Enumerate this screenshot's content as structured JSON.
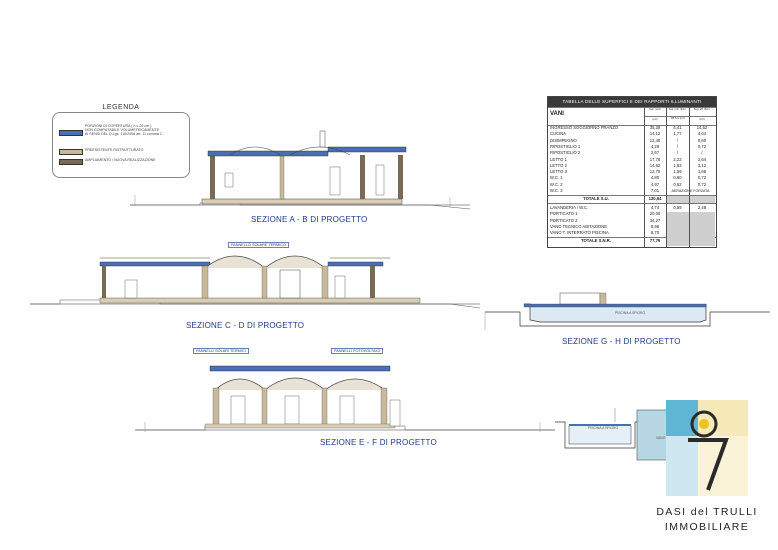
{
  "legend": {
    "title": "LEGENDA",
    "items": [
      {
        "text": "PORZIONI DI COPERTURA ( h ≤ 26 cm )\nNON COMPUTABILE VOLUMETRICAMENTE\nAI SENSI DEL D.Lgs. 115/2008 art. 11 comma 1",
        "color": "#4a6fb8"
      },
      {
        "text": "PREESISTENTE RISTRUTTURATO",
        "color": "#c9b89b"
      },
      {
        "text": "AMPLIAMENTO / NUOVA REALIZZAZIONE",
        "color": "#7a6a55"
      }
    ]
  },
  "sections": {
    "ab": {
      "title": "SEZIONE  A - B  DI PROGETTO"
    },
    "cd": {
      "title": "SEZIONE  C - D  DI  PROGETTO",
      "panel": "PANNELLO SOLARE TERMICO"
    },
    "gh": {
      "title": "SEZIONE  G - H  DI  PROGETTO",
      "pool": "PISCINA A SFIORO"
    },
    "ef": {
      "title": "SEZIONE  E - F  DI PROGETTO",
      "panel1": "PANNELLI SOLARI TERMICI",
      "panel2": "PANNELLI FOTOVOLTAICI"
    }
  },
  "table": {
    "title": "TABELLA DELLE SUPERFICI E DEI RAPPORTI ILLUMINANTI",
    "heading": "VANI",
    "col_headers": [
      "Sup. net.ti",
      "Sup. min. illum.",
      "Sup. eff. illum."
    ],
    "col_units": [
      "(m²)",
      "1/8 S.U.(m²)",
      "(m²)"
    ],
    "rows": [
      [
        "INGRESSO SOGGIORNO PRANZO",
        "35,28",
        "4,41",
        "14,52"
      ],
      [
        "CUCINA",
        "14,12",
        "1,77",
        "4,64"
      ],
      [
        "DISIMPEGNO",
        "12,40",
        "/",
        "0,60"
      ],
      [
        "RIPOSTIGLIO 1",
        "4,29",
        "/",
        "0,72"
      ],
      [
        "RIPOSTIGLIO 2",
        "2,67",
        "/",
        "/"
      ],
      [
        "LETTO  1",
        "17,78",
        "2,22",
        "2,64"
      ],
      [
        "LETTO  2",
        "14,62",
        "1,83",
        "3,12"
      ],
      [
        "LETTO  3",
        "12,70",
        "1,59",
        "1,68"
      ],
      [
        "W.C.  1",
        "4,80",
        "0,60",
        "0,72"
      ],
      [
        "W.C.  2",
        "4,97",
        "0,62",
        "0,72"
      ],
      [
        "W.C.  3",
        "7,01",
        "AERAZIONE FORZATA",
        ""
      ]
    ],
    "total_su_label": "TOTALE S.U.",
    "total_su_value": "130,64",
    "snr_rows": [
      [
        "LAVANDERIA / W.C.",
        "4,74",
        "0,59",
        "2,48"
      ],
      [
        "PORTICATO 1",
        "20,00",
        "",
        ""
      ],
      [
        "PORTICATO 2",
        "34,27",
        "",
        ""
      ],
      [
        "VANO TECNICO ABITAZIONE",
        "8,98",
        "",
        ""
      ],
      [
        "VANO T. INTERRATO PISCINA",
        "8,70",
        "",
        ""
      ]
    ],
    "total_snr_label": "TOTALE S.N.R.",
    "total_snr_value": "77,79"
  },
  "pool_detail": {
    "label1": "PISCINA A SFIORO",
    "label2": "VANO DI COMPENSO"
  },
  "logo": {
    "line1": "DASI del TRULLI",
    "line2": "IMMOBILIARE"
  }
}
